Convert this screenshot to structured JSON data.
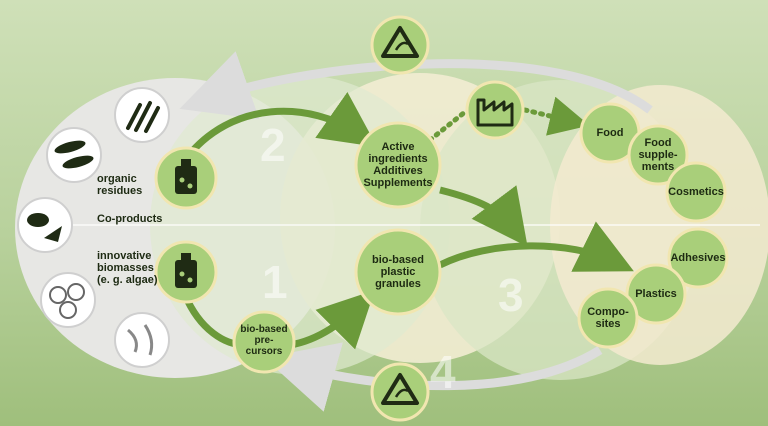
{
  "stages": {
    "n1": "1",
    "n2": "2",
    "n3": "3",
    "n4": "4"
  },
  "sources": {
    "organic_residues": "organic\nresidues",
    "co_products": "Co-products",
    "innovative_biomasses": "innovative\nbiomasses\n(e. g. algae)"
  },
  "intermediates": {
    "active_ingredients": "Active\ningredients\nAdditives\nSupplements",
    "bio_based_granules": "bio-based\nplastic\ngranules",
    "bio_based_precursors": "bio-based\npre-\ncursors"
  },
  "products": {
    "food": "Food",
    "food_supplements": "Food\nsupple-\nments",
    "cosmetics": "Cosmetics",
    "adhesives": "Adhesives",
    "plastics": "Plastics",
    "composites": "Compo-\nsites"
  },
  "icons": {
    "recycle_top": "recycle-icon",
    "recycle_bottom": "recycle-icon",
    "factory": "factory-icon",
    "jar_top": "bioreactor-jar-icon",
    "jar_bottom": "bioreactor-jar-icon"
  },
  "colors": {
    "arrow_green": "#6b9a3a",
    "node_fill": "#a9cf7a",
    "node_border": "#f1e6b0",
    "icon_dark": "#1f2b14"
  }
}
